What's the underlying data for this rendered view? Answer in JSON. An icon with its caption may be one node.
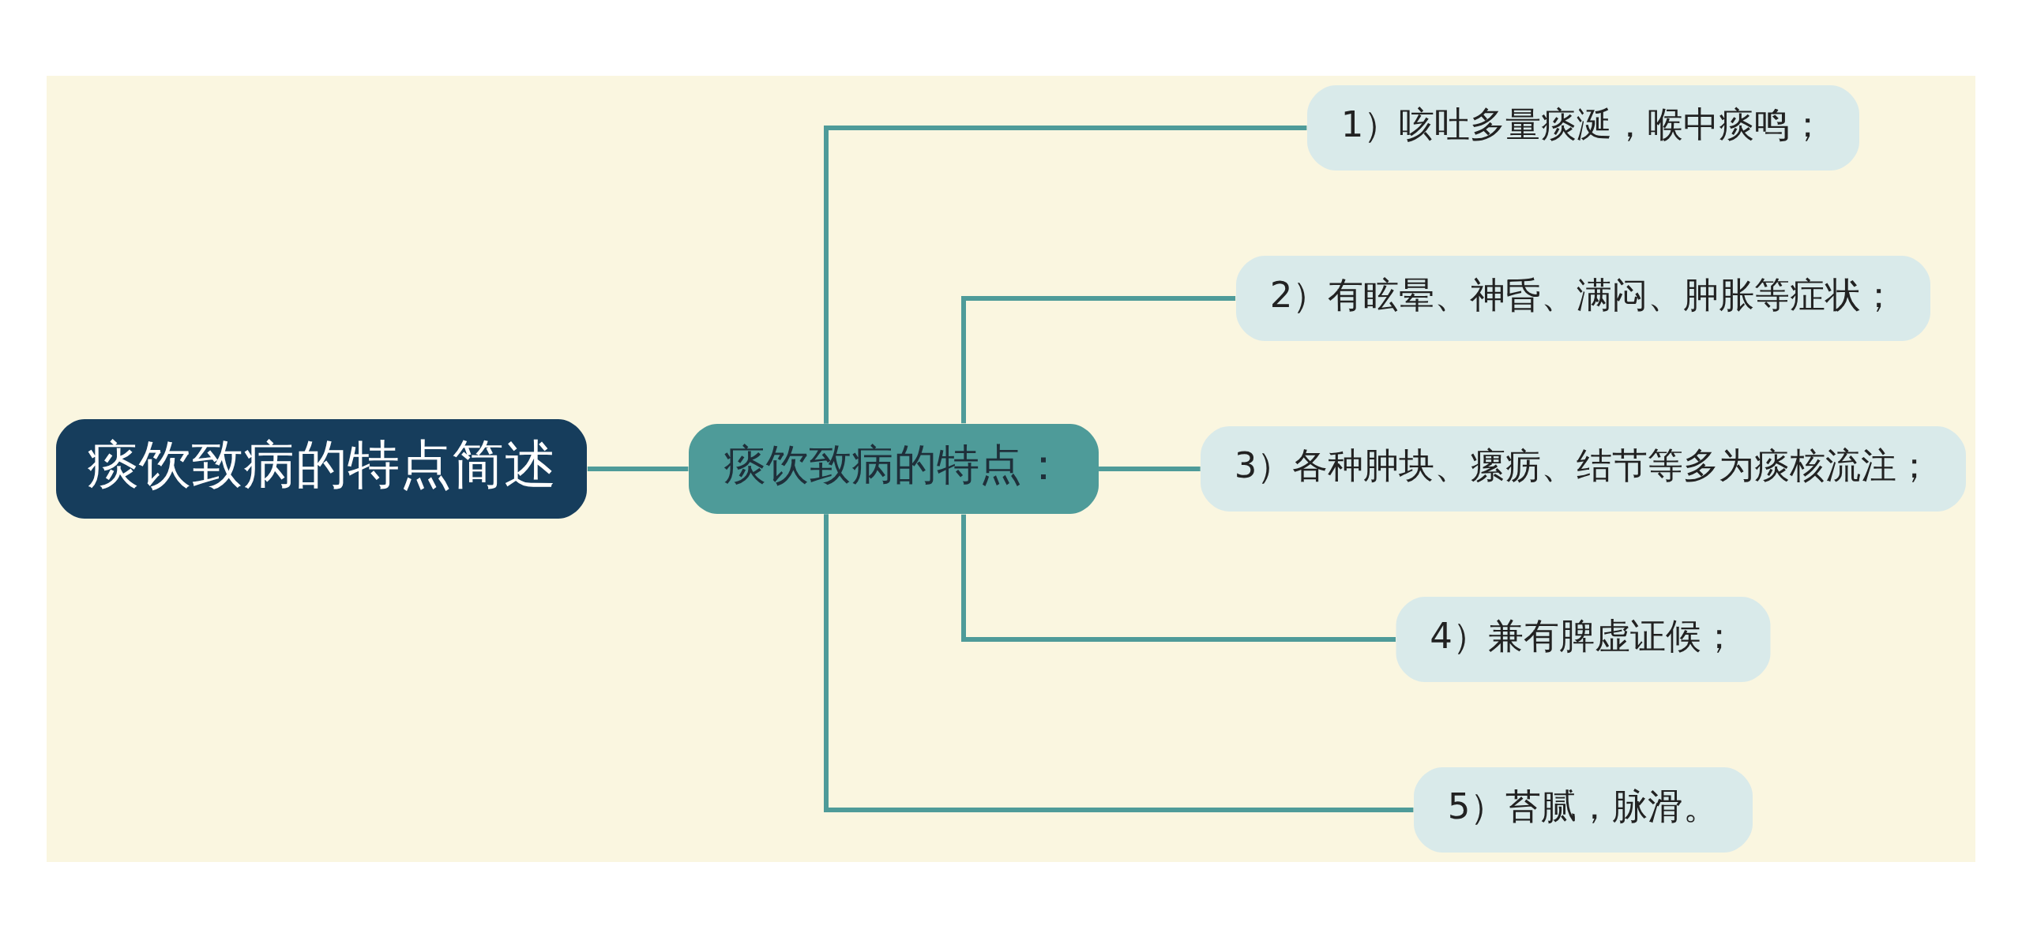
{
  "diagram": {
    "nodes": [
      {
        "text": [
          "痰饮致病的特点简述"
        ]
      },
      {
        "text": [
          "痰饮致病的特点："
        ]
      },
      {
        "text": [
          "1）咳吐多量痰涎，喉中痰鸣；"
        ]
      },
      {
        "text": [
          "2）有眩晕、神昏、满闷、肿胀等症状；"
        ]
      },
      {
        "text": [
          "3）各种肿块、瘰疬、结节等多为痰核流注；"
        ]
      },
      {
        "text": [
          "4）兼有脾虚证候；"
        ]
      },
      {
        "text": [
          "5）苔腻，脉滑。"
        ]
      }
    ],
    "edges": [
      {
        "from": 0,
        "to": 1,
        "arrow": "none"
      },
      {
        "from": 1,
        "to": 2,
        "arrow": "none"
      },
      {
        "from": 1,
        "to": 3,
        "arrow": "none"
      },
      {
        "from": 1,
        "to": 4,
        "arrow": "none"
      },
      {
        "from": 1,
        "to": 5,
        "arrow": "none"
      },
      {
        "from": 1,
        "to": 6,
        "arrow": "none"
      }
    ]
  }
}
